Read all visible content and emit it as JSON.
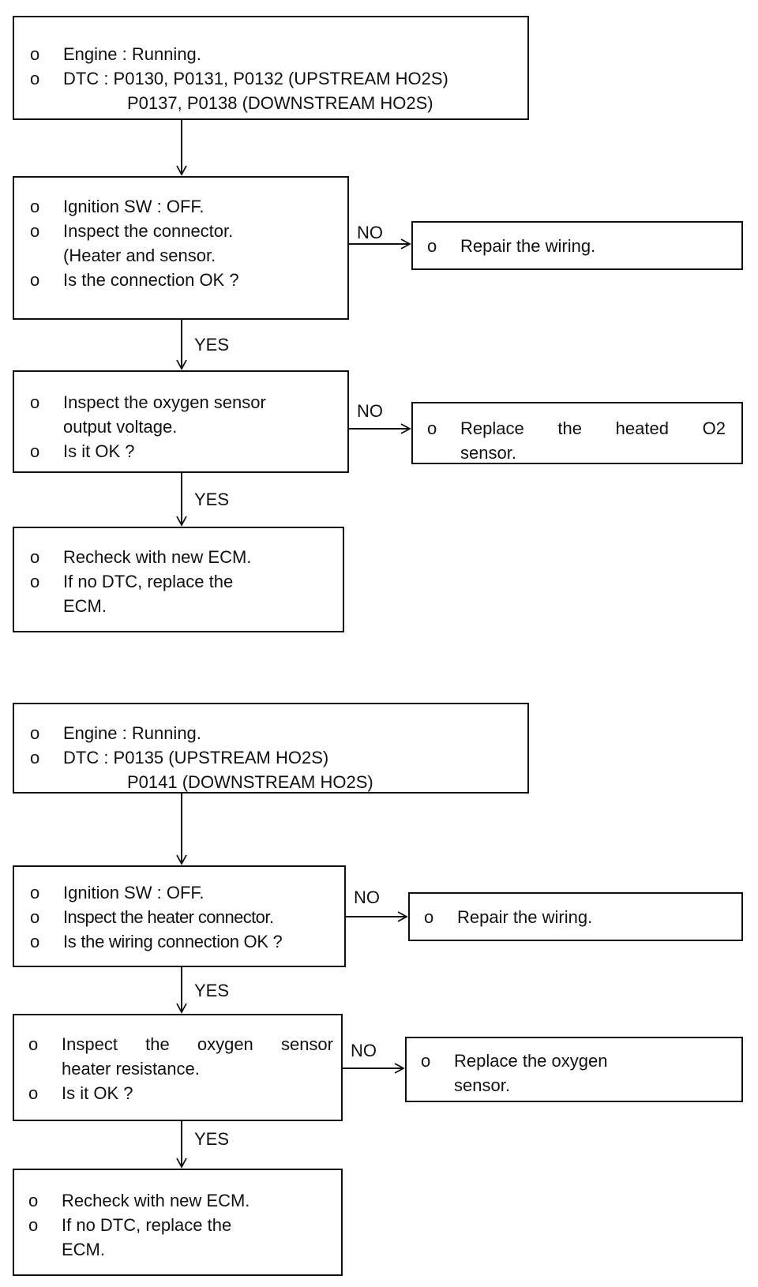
{
  "labels": {
    "no": "NO",
    "yes": "YES"
  },
  "bullet": "o",
  "flow1": {
    "start": [
      "Engine : Running.",
      "DTC : P0130, P0131, P0132 (UPSTREAM HO2S)",
      "P0137, P0138 (DOWNSTREAM HO2S)"
    ],
    "step1": [
      "Ignition SW : OFF.",
      "Inspect the connector.",
      "(Heater and sensor.",
      "Is the connection OK ?"
    ],
    "step1_no": [
      "Repair the wiring."
    ],
    "step2": [
      "Inspect the oxygen sensor",
      "output voltage.",
      "Is it OK ?"
    ],
    "step2_no": [
      "Replace the heated O2",
      "sensor."
    ],
    "end": [
      "Recheck with new ECM.",
      "If no DTC, replace the",
      "ECM."
    ]
  },
  "flow2": {
    "start": [
      "Engine : Running.",
      "DTC : P0135 (UPSTREAM HO2S)",
      "P0141 (DOWNSTREAM HO2S)"
    ],
    "step1": [
      "Ignition SW : OFF.",
      "Inspect the heater connector.",
      "Is the wiring connection OK ?"
    ],
    "step1_no": [
      "Repair the wiring."
    ],
    "step2": [
      "Inspect the oxygen sensor",
      "heater resistance.",
      "Is it OK ?"
    ],
    "step2_no": [
      "Replace the oxygen",
      "sensor."
    ],
    "end": [
      "Recheck with new ECM.",
      "If no DTC, replace the",
      "ECM."
    ]
  }
}
